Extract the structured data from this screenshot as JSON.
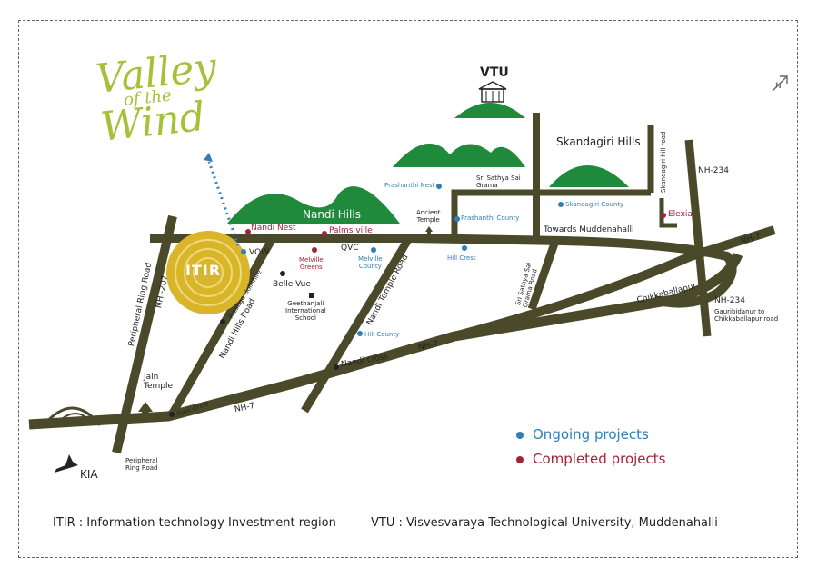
{
  "logo": {
    "line1": "Valley",
    "line2": "of the",
    "line3": "Wind"
  },
  "landmarks": {
    "vtu": "VTU",
    "nandi_hills": "Nandi Hills",
    "skandagiri_hills": "Skandagiri Hills",
    "itir": "ITIR",
    "sri_sathya_sai_grama": "Sri Sathya Sai\nGrama",
    "ancient_temple": "Ancient\nTemple",
    "jain_temple": "Jain\nTemple",
    "kia": "KIA"
  },
  "roads": {
    "nh7_a": "NH-7",
    "nh7_b": "NH-7",
    "nh7_c": "NH-7",
    "nh207": "NH -207",
    "nh234_top": "NH-234",
    "nh234_bottom": "NH-234",
    "gauribidanur": "Gauribidanur to\nChikkaballapur road",
    "peripheral_ring_road_vertical": "Peripheral Ring Road",
    "peripheral_ring_road_bottom": "Peripheral\nRing Road",
    "nandi_hills_road": "Nandi Hills Road",
    "nandi_temple_road": "Nandi Temple Road",
    "sri_sathya_sai_grama_road": "Sri Sathya Sai\nGrama Road",
    "skandagiri_hill_road": "Skandagiri hill road",
    "towards_muddenahalli": "Towards Muddenahalli",
    "chikkaballapur": "Chikkaballapur"
  },
  "places": {
    "nandi_nest": "Nandi Nest",
    "palms_ville": "Palms ville",
    "vow": "VOW",
    "melville_greens": "Melville\nGreens",
    "qvc": "QVC",
    "melville_county": "Melville\nCounty",
    "belle_vue": "Belle Vue",
    "geethanjali_school": "Geethanjali\nInternational\nSchool",
    "prestige_golfshire": "Prestige Golfshire",
    "prashanthi_nest": "Prashanthi Nest",
    "prashanthi_county": "Prashanthi County",
    "hill_crest": "Hill Crest",
    "skandagiri_county": "Skandagiri County",
    "elexia": "Elexia",
    "hill_county": "Hill County",
    "nandi_cross": "Nandi cross",
    "rani_circle": "Rani circle"
  },
  "legend": {
    "ongoing": "Ongoing projects",
    "completed": "Completed projects"
  },
  "footer": {
    "itir_def": "ITIR : Information technology Investment region",
    "vtu_def": "VTU : Visvesvaraya Technological University, Muddenahalli"
  },
  "north_label": "N",
  "colors": {
    "road": "#4a4a2a",
    "hill": "#1f8a3c",
    "ongoing": "#2f7fb6",
    "completed": "#a2233a",
    "itir": "#d9b52a",
    "logo": "#a5c13a"
  }
}
